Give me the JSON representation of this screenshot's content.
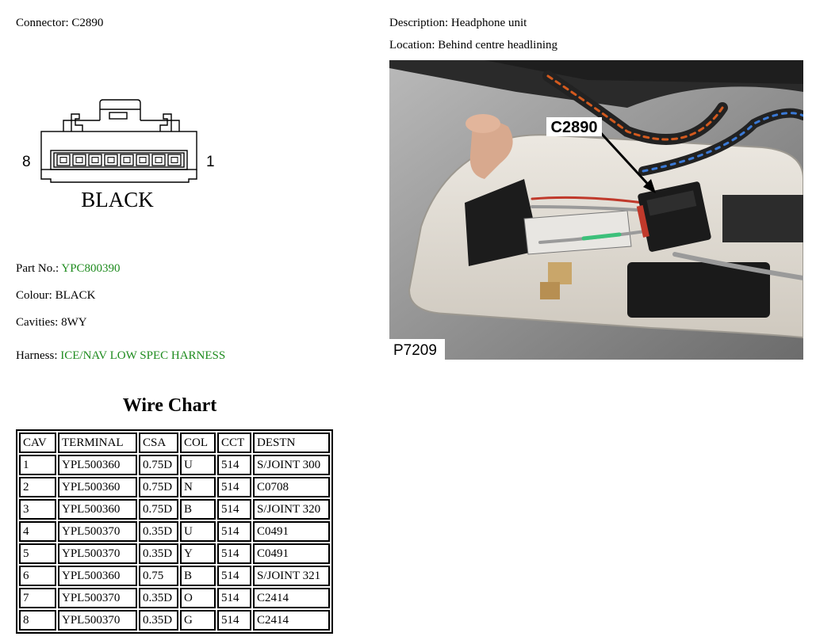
{
  "connector": {
    "label": "Connector:",
    "value": "C2890",
    "drawing": {
      "pin_left": "8",
      "pin_right": "1",
      "colour_text": "BLACK",
      "cavity_count": 8
    }
  },
  "description": {
    "label": "Description:",
    "value": "Headphone unit"
  },
  "location": {
    "label": "Location:",
    "value": "Behind centre headlining"
  },
  "photo": {
    "callout": "C2890",
    "reference": "P7209"
  },
  "details": {
    "part_no_label": "Part No.:",
    "part_no_value": "YPC800390",
    "colour_label": "Colour:",
    "colour_value": "BLACK",
    "cavities_label": "Cavities:",
    "cavities_value": "8WY",
    "harness_label": "Harness:",
    "harness_value": "ICE/NAV LOW SPEC HARNESS"
  },
  "colors": {
    "link_green": "#1e8b1e"
  },
  "wire_chart": {
    "title": "Wire Chart",
    "headers": [
      "CAV",
      "TERMINAL",
      "CSA",
      "COL",
      "CCT",
      "DESTN"
    ],
    "rows": [
      [
        "1",
        "YPL500360",
        "0.75D",
        "U",
        "514",
        "S/JOINT 300"
      ],
      [
        "2",
        "YPL500360",
        "0.75D",
        "N",
        "514",
        "C0708"
      ],
      [
        "3",
        "YPL500360",
        "0.75D",
        "B",
        "514",
        "S/JOINT 320"
      ],
      [
        "4",
        "YPL500370",
        "0.35D",
        "U",
        "514",
        "C0491"
      ],
      [
        "5",
        "YPL500370",
        "0.35D",
        "Y",
        "514",
        "C0491"
      ],
      [
        "6",
        "YPL500360",
        "0.75",
        "B",
        "514",
        "S/JOINT 321"
      ],
      [
        "7",
        "YPL500370",
        "0.35D",
        "O",
        "514",
        "C2414"
      ],
      [
        "8",
        "YPL500370",
        "0.35D",
        "G",
        "514",
        "C2414"
      ]
    ]
  }
}
